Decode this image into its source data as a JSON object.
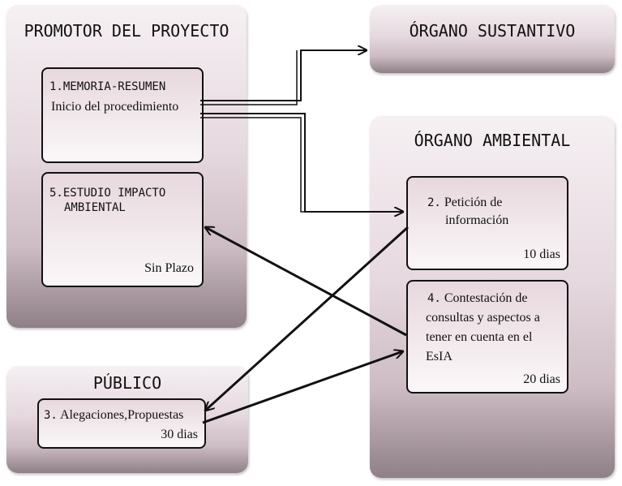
{
  "promotor": {
    "title": "PROMOTOR DEL PROYECTO",
    "box1": {
      "num": "1.",
      "heading": "MEMORIA-RESUMEN",
      "text": "Inicio del procedimiento"
    },
    "box5": {
      "num": "5.",
      "heading_line1": "ESTUDIO IMPACTO",
      "heading_line2": "AMBIENTAL",
      "plazo": "Sin Plazo"
    }
  },
  "sustantivo": {
    "title": "ÓRGANO SUSTANTIVO"
  },
  "ambiental": {
    "title": "ÓRGANO AMBIENTAL",
    "box2": {
      "num": "2.",
      "line1": "Petición de",
      "line2": "información",
      "plazo": "10 dias"
    },
    "box4": {
      "num": "4.",
      "line1": "Contestación de",
      "line2": "consultas y aspectos a",
      "line3": "tener en cuenta en el",
      "line4": "EsIA",
      "plazo": "20 dias"
    }
  },
  "publico": {
    "title": "PÚBLICO",
    "box3": {
      "num": "3.",
      "text": "Alegaciones,Propuestas",
      "plazo": "30 dias"
    }
  }
}
